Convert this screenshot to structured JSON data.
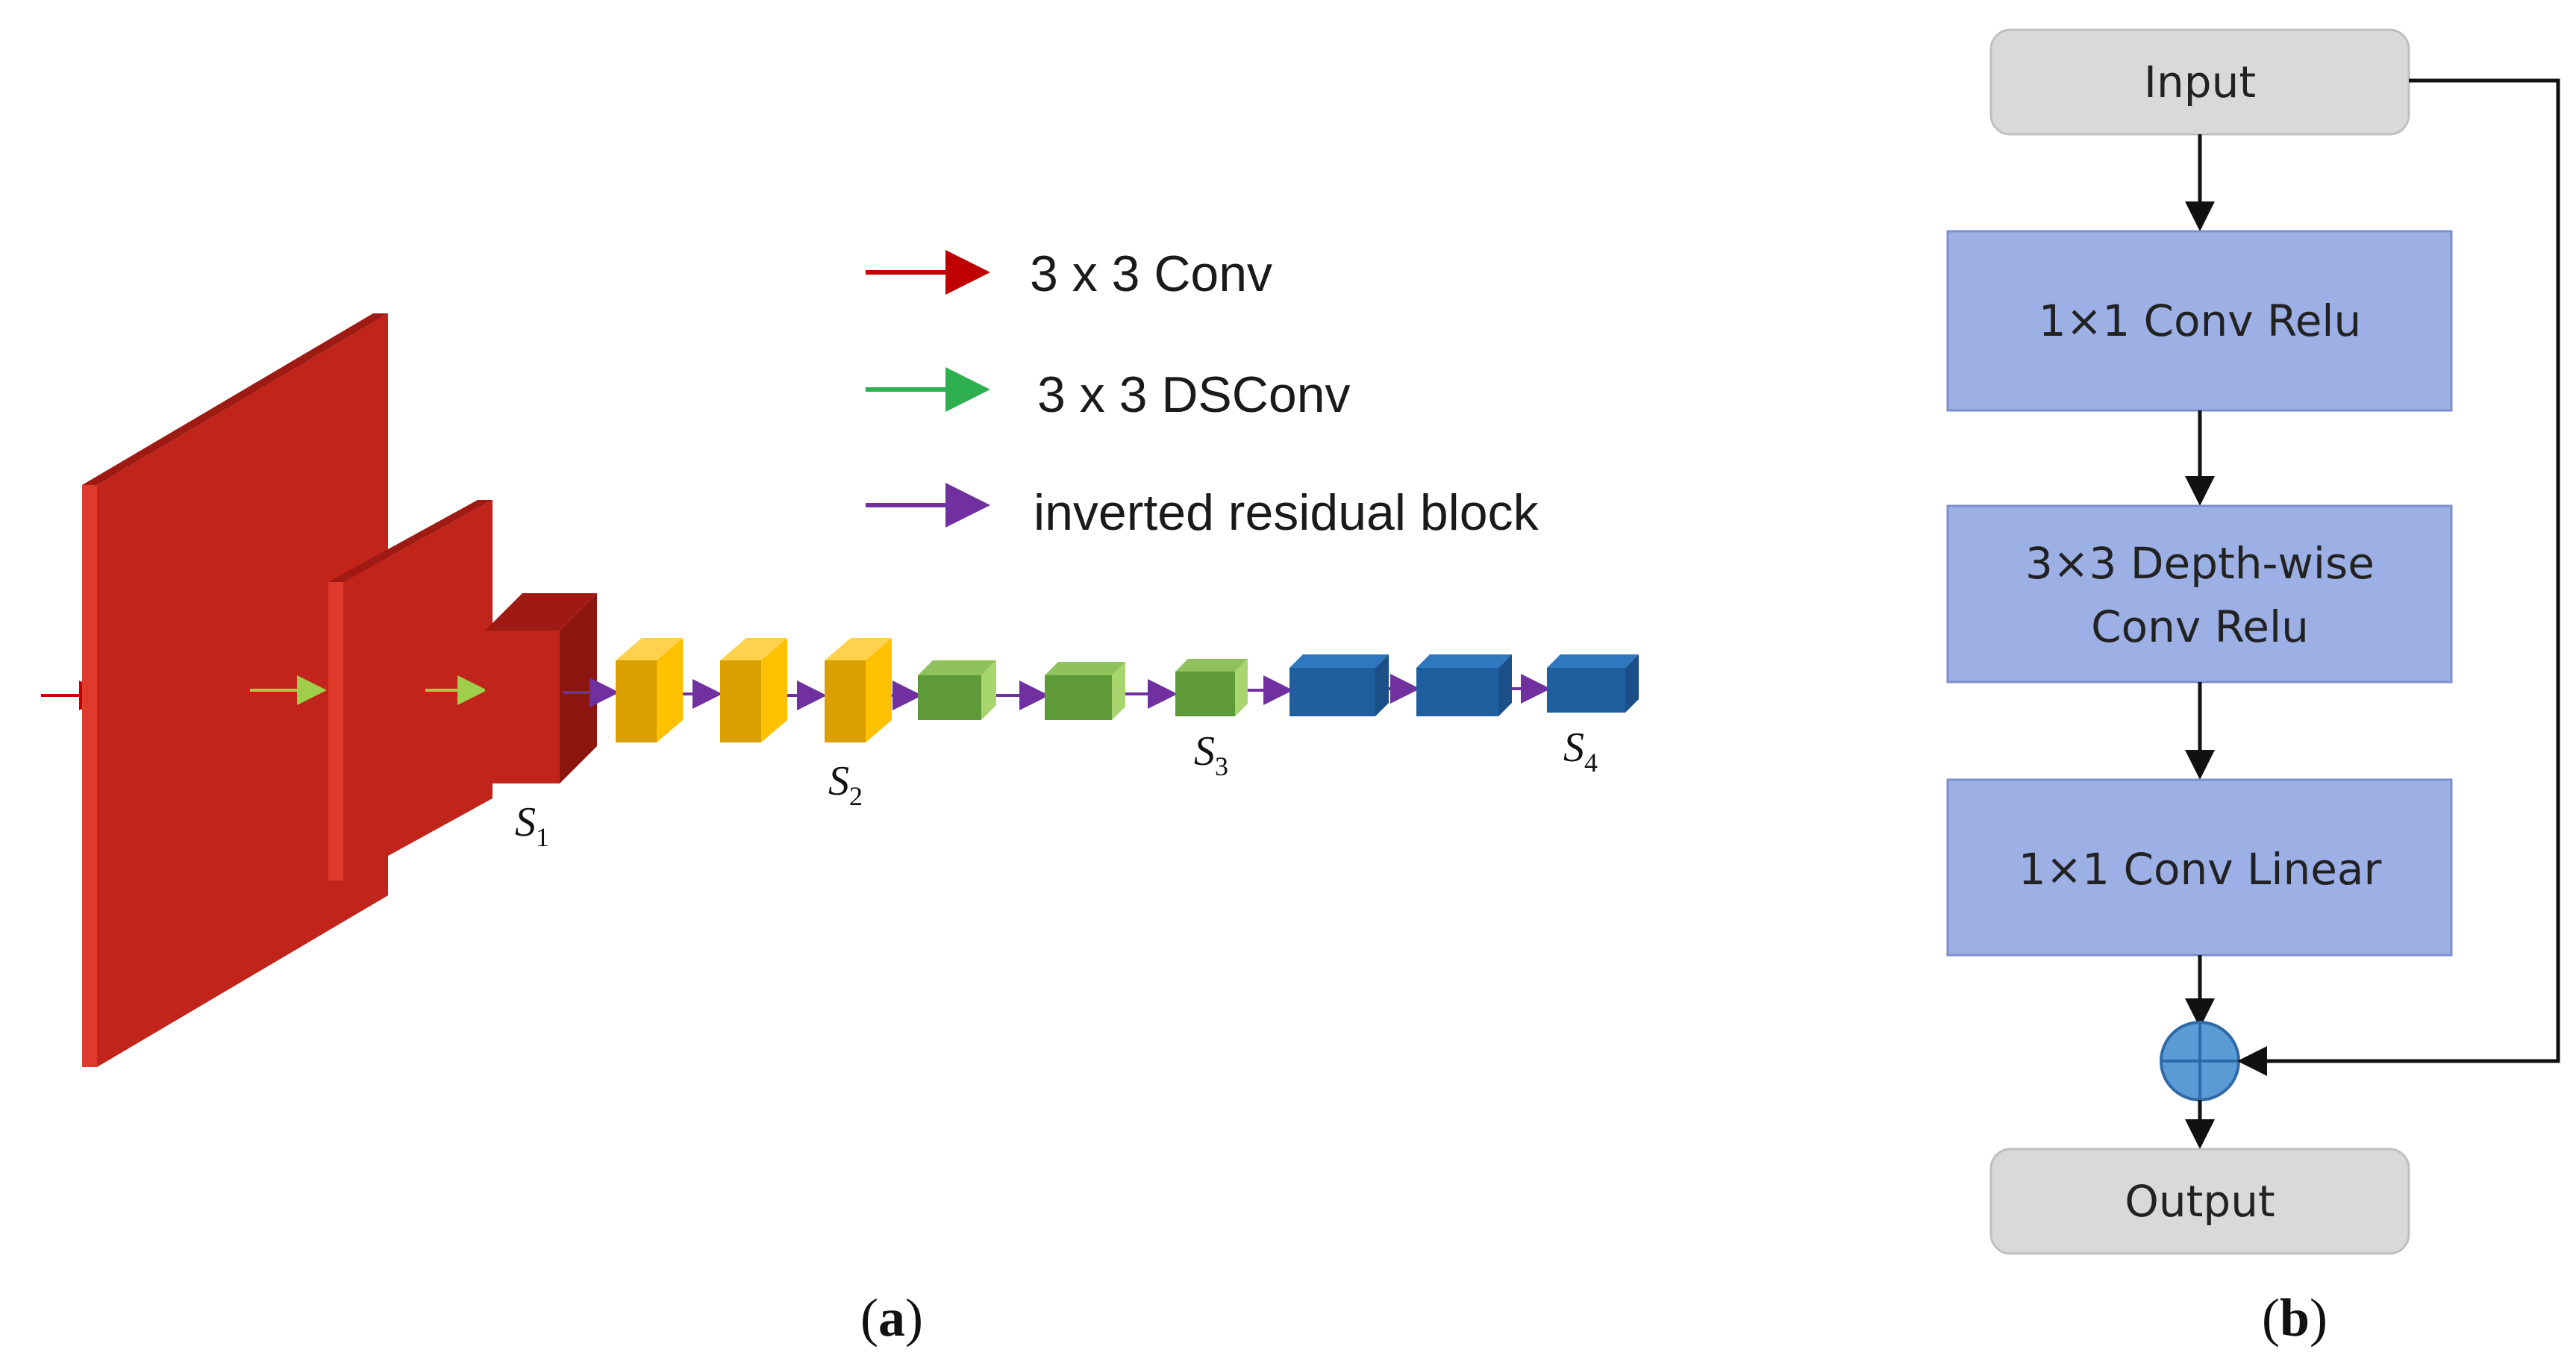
{
  "panel_a": {
    "legend": {
      "conv": "3 x 3 Conv",
      "dsconv": "3 x 3 DSConv",
      "irb": "inverted residual block"
    },
    "stages": {
      "s1": {
        "letter": "S",
        "index": "1"
      },
      "s2": {
        "letter": "S",
        "index": "2"
      },
      "s3": {
        "letter": "S",
        "index": "3"
      },
      "s4": {
        "letter": "S",
        "index": "4"
      }
    },
    "caption": {
      "open": "(",
      "letter": "a",
      "close": ")"
    }
  },
  "panel_b": {
    "input": "Input",
    "step1": "1×1 Conv Relu",
    "step2_line1": "3×3 Depth-wise",
    "step2_line2": "Conv Relu",
    "step3": "1×1 Conv Linear",
    "output": "Output",
    "caption": {
      "open": "(",
      "letter": "b",
      "close": ")"
    }
  },
  "colors": {
    "conv_arrow": "#c00000",
    "dsconv_arrow": "#2eb050",
    "irb_arrow": "#7030a0",
    "red_block": "#c0241a",
    "yellow_block": "#ffc000",
    "green_block": "#70ad47",
    "blue_block": "#1f5fa0",
    "flow_box": "#9db0e6",
    "io_box": "#d9d9d9",
    "sum_node": "#5b9bd5"
  }
}
